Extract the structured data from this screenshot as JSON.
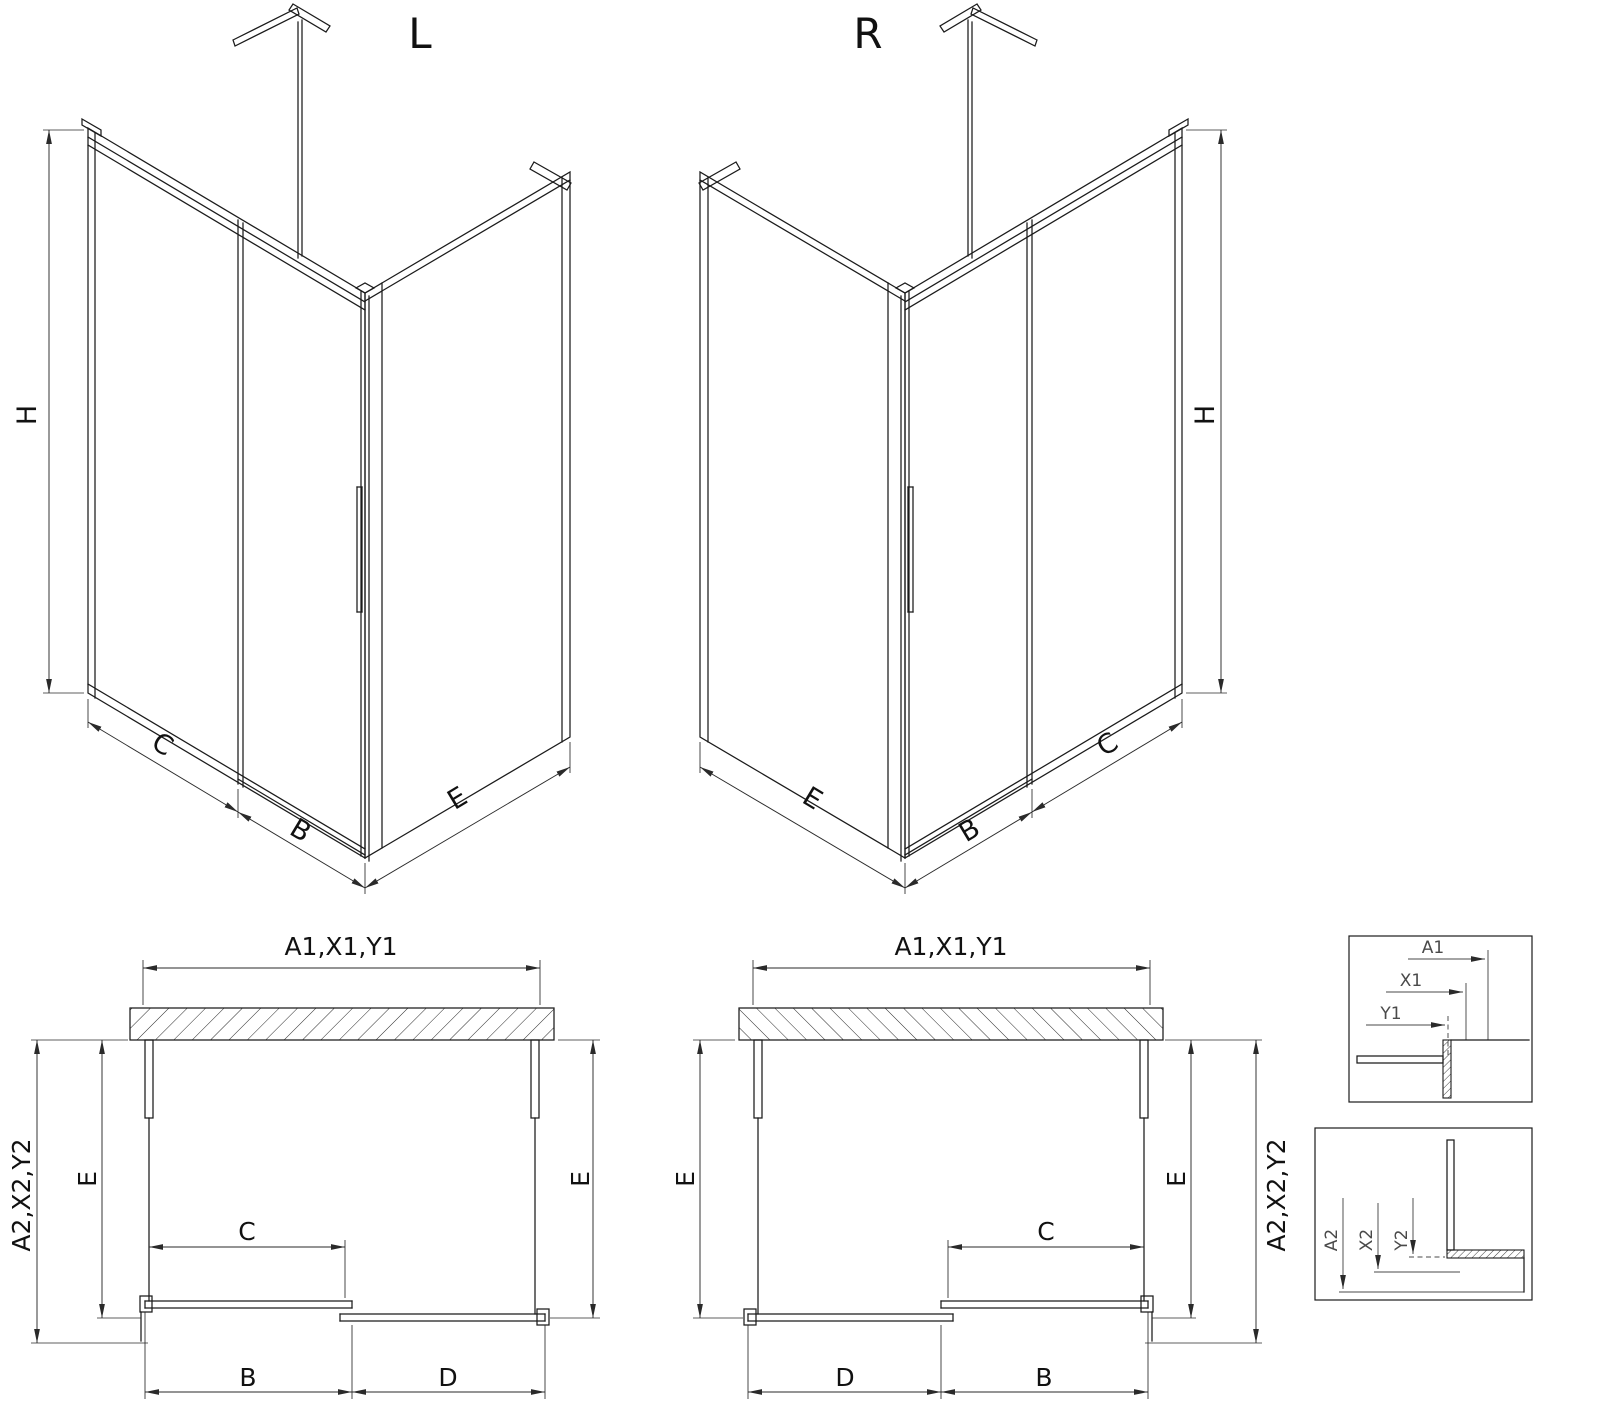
{
  "title": {
    "left_variant": "L",
    "right_variant": "R"
  },
  "colors": {
    "line": "#1b1b1b",
    "dim": "#2a2a2a",
    "detail": "#4a4a4a",
    "background": "#ffffff"
  },
  "iso_left": {
    "h": "H",
    "c": "C",
    "b": "B",
    "e": "E"
  },
  "iso_right": {
    "h": "H",
    "c": "C",
    "b": "B",
    "e": "E"
  },
  "plan_left": {
    "a1": "A1,X1,Y1",
    "a2": "A2,X2,Y2",
    "e_left": "E",
    "e_right": "E",
    "c": "C",
    "b": "B",
    "d": "D"
  },
  "plan_right": {
    "a1": "A1,X1,Y1",
    "a2": "A2,X2,Y2",
    "e_left": "E",
    "e_right": "E",
    "c": "C",
    "b": "B",
    "d": "D"
  },
  "detail_top": {
    "a1": "A1",
    "x1": "X1",
    "y1": "Y1"
  },
  "detail_bottom": {
    "a2": "A2",
    "x2": "X2",
    "y2": "Y2"
  }
}
